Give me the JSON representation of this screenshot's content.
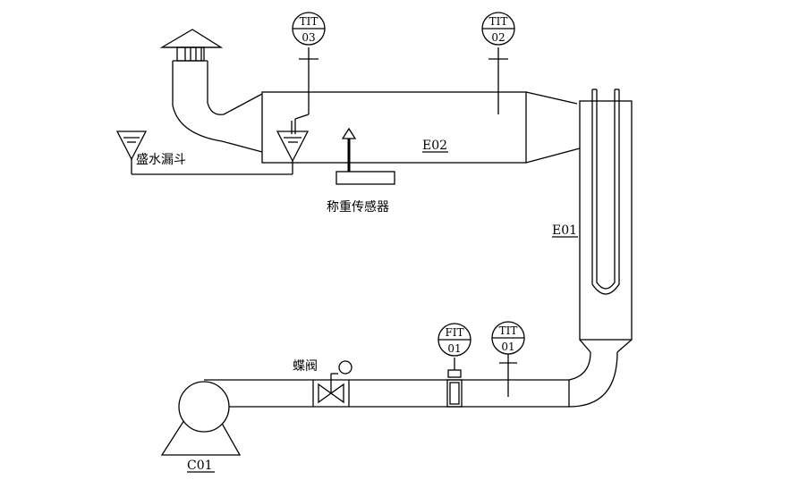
{
  "instruments": {
    "tit03": {
      "top": "TIT",
      "bottom": "03"
    },
    "tit02": {
      "top": "TIT",
      "bottom": "02"
    },
    "fit01": {
      "top": "FIT",
      "bottom": "01"
    },
    "tit01": {
      "top": "TIT",
      "bottom": "01"
    }
  },
  "labels": {
    "e02": "E02",
    "e01": "E01",
    "c01": "C01",
    "funnel": "盛水漏斗",
    "load_cell": "称重传感器",
    "butterfly_valve": "蝶阀"
  }
}
